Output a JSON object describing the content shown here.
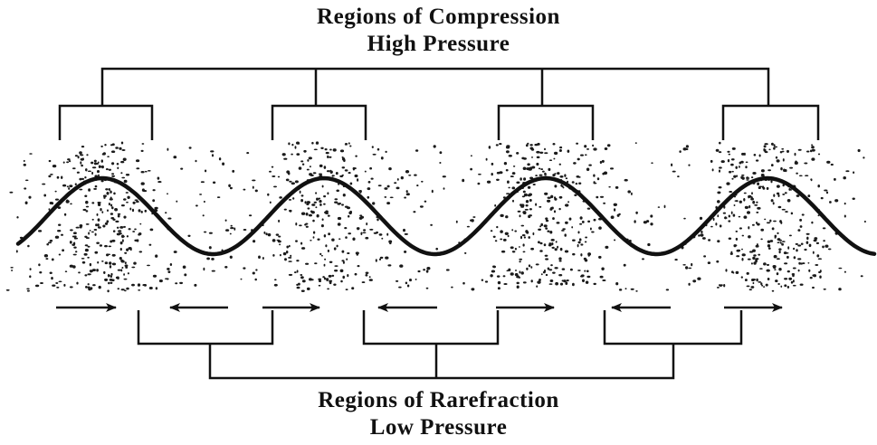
{
  "compression": {
    "title": "Regions of Compression",
    "subtitle": "High Pressure"
  },
  "rarefaction": {
    "title": "Regions of Rarefraction",
    "subtitle": "Low Pressure"
  },
  "colors": {
    "ink": "#111111",
    "background": "#ffffff"
  },
  "wave": {
    "cycles": 4,
    "compression_region_count": 4,
    "rarefaction_region_count": 3,
    "particle_pattern": "dense at crests, sparse at troughs"
  }
}
